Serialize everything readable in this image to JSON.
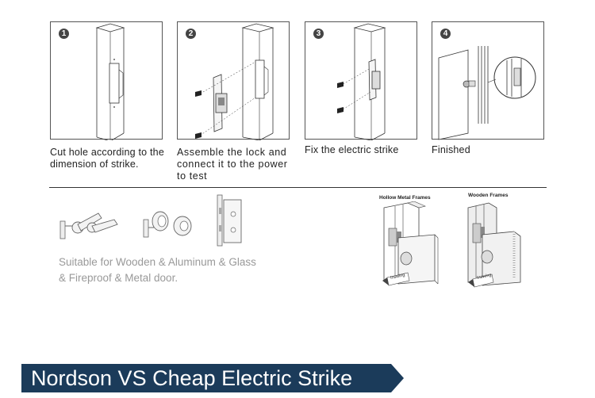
{
  "steps": [
    {
      "number": "1",
      "caption_lines": [
        "Cut hole according to the",
        "dimension of  strike."
      ]
    },
    {
      "number": "2",
      "caption_lines": [
        "Assemble the lock and",
        "connect it to the power",
        "to test"
      ]
    },
    {
      "number": "3",
      "caption_lines": [
        "Fix the electric strike"
      ]
    },
    {
      "number": "4",
      "caption_lines": [
        "Finished"
      ]
    }
  ],
  "suitable": {
    "line1": "Suitable for Wooden & Aluminum & Glass",
    "line2": "& Fireproof & Metal door."
  },
  "frames": {
    "hollow": {
      "title": "Hollow Metal Frames",
      "tag": "Inswing"
    },
    "wooden": {
      "title": "Wooden Frames",
      "tag": "Inswing"
    }
  },
  "banner": {
    "title": "Nordson VS Cheap Electric Strike",
    "color": "#1b3b5a"
  },
  "icons": {
    "locks": [
      "lever-handle-lock-icon",
      "knob-lock-icon",
      "mortise-lock-icon"
    ]
  }
}
